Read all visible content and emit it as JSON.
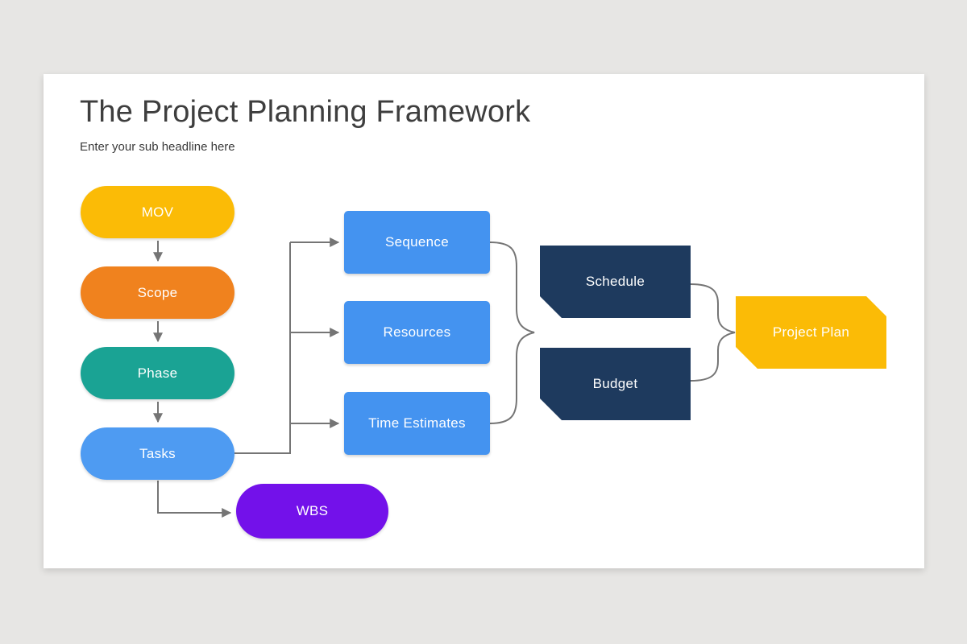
{
  "header": {
    "title": "The Project Planning Framework",
    "subtitle": "Enter your sub headline here"
  },
  "diagram": {
    "phase_pills": [
      {
        "label": "MOV",
        "color": "#fbbb06"
      },
      {
        "label": "Scope",
        "color": "#f0821e"
      },
      {
        "label": "Phase",
        "color": "#1aa394"
      },
      {
        "label": "Tasks",
        "color": "#4e9bf2"
      }
    ],
    "wbs": {
      "label": "WBS",
      "color": "#7311ea"
    },
    "process_boxes": [
      {
        "label": "Sequence",
        "color": "#4493f0"
      },
      {
        "label": "Resources",
        "color": "#4493f0"
      },
      {
        "label": "Time Estimates",
        "color": "#4493f0"
      }
    ],
    "output_boxes": [
      {
        "label": "Schedule",
        "color": "#1e3a5e"
      },
      {
        "label": "Budget",
        "color": "#1e3a5e"
      }
    ],
    "result": {
      "label": "Project Plan",
      "color": "#fbbb06"
    },
    "connector_color": "#757575"
  },
  "colors": {
    "page_background": "#e7e6e4",
    "card_background": "#ffffff",
    "title_text": "#3e3e3e",
    "node_text": "#ffffff"
  }
}
